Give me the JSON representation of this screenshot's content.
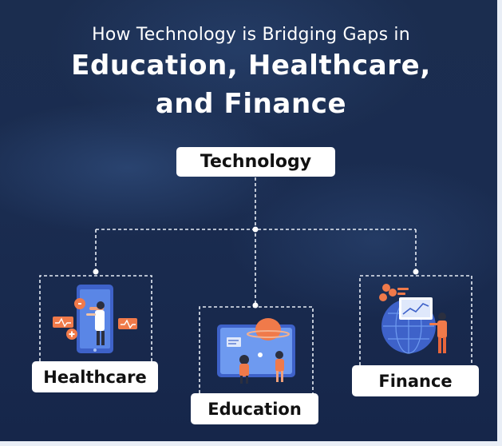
{
  "header": {
    "title_line1": "How Technology is Bridging Gaps in",
    "title_line2": "Education, Healthcare,",
    "title_line3": "and Finance"
  },
  "diagram": {
    "root": {
      "label": "Technology"
    },
    "branches": [
      {
        "label": "Healthcare",
        "illustration": "healthcare-phone-illustration"
      },
      {
        "label": "Education",
        "illustration": "education-board-illustration"
      },
      {
        "label": "Finance",
        "illustration": "finance-globe-illustration"
      }
    ]
  },
  "colors": {
    "background": "#1b2d4f",
    "connector": "#e8edf5",
    "box_fill": "#ffffff",
    "box_text": "#111111",
    "accent_orange": "#f07a4a",
    "accent_blue": "#3f6fd8"
  }
}
